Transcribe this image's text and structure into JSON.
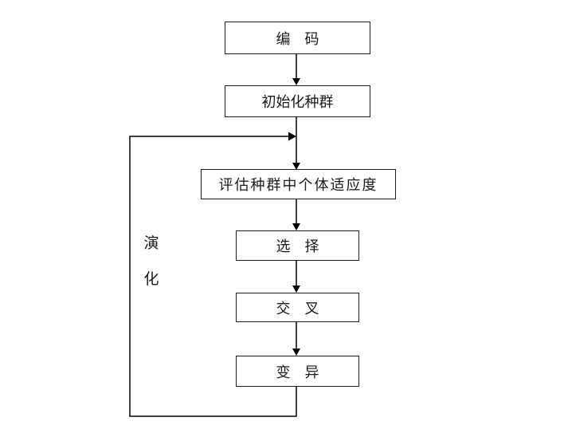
{
  "diagram": {
    "type": "flowchart",
    "nodes": [
      {
        "id": "encode",
        "label": "编　码"
      },
      {
        "id": "init",
        "label": "初始化种群"
      },
      {
        "id": "evaluate",
        "label": "评估种群中个体适应度"
      },
      {
        "id": "select",
        "label": "选　择"
      },
      {
        "id": "crossover",
        "label": "交　叉"
      },
      {
        "id": "mutate",
        "label": "变　异"
      }
    ],
    "edges": [
      {
        "from": "encode",
        "to": "init"
      },
      {
        "from": "init",
        "to": "evaluate"
      },
      {
        "from": "evaluate",
        "to": "select"
      },
      {
        "from": "select",
        "to": "crossover"
      },
      {
        "from": "crossover",
        "to": "mutate"
      },
      {
        "from": "mutate",
        "to": "evaluate",
        "kind": "feedback-loop"
      }
    ],
    "loop_label": "演化",
    "colors": {
      "background": "#ffffff",
      "box_border": "#1a1a1a",
      "arrow_shaft": "#404040",
      "arrow_head": "#000000",
      "loop_line": "#000000"
    }
  }
}
